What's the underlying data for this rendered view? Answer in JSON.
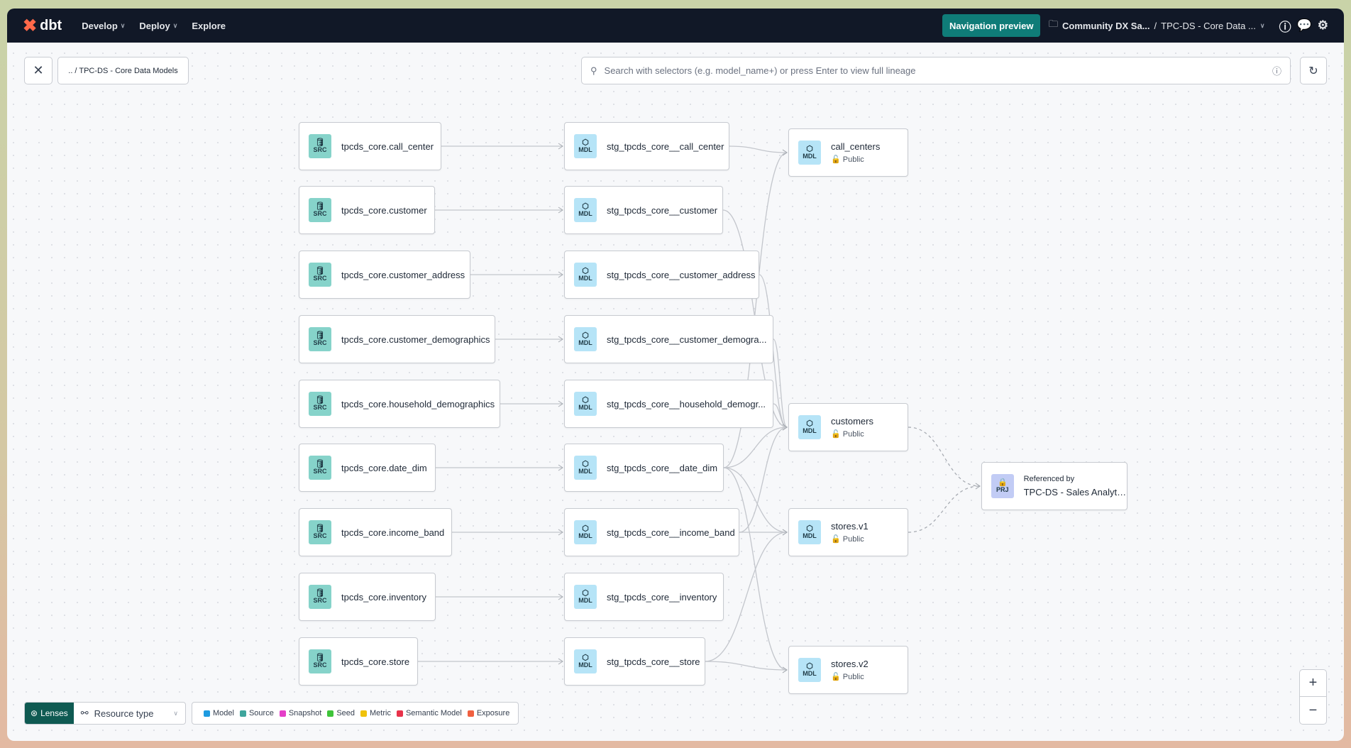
{
  "topbar": {
    "logo": "dbt",
    "nav": [
      {
        "label": "Develop",
        "dropdown": true
      },
      {
        "label": "Deploy",
        "dropdown": true
      },
      {
        "label": "Explore",
        "dropdown": false
      }
    ],
    "navigation_preview": "Navigation preview",
    "account": "Community DX Sa...",
    "separator": "/",
    "project": "TPC-DS - Core Data ..."
  },
  "toolbar": {
    "breadcrumb": ".. / TPC-DS - Core Data Models",
    "search_placeholder": "Search with selectors (e.g. model_name+) or press Enter to view full lineage",
    "search_value": ""
  },
  "nodes": [
    {
      "id": "s1",
      "type": "SRC",
      "label": "tpcds_core.call_center"
    },
    {
      "id": "s2",
      "type": "SRC",
      "label": "tpcds_core.customer"
    },
    {
      "id": "s3",
      "type": "SRC",
      "label": "tpcds_core.customer_address"
    },
    {
      "id": "s4",
      "type": "SRC",
      "label": "tpcds_core.customer_demographics"
    },
    {
      "id": "s5",
      "type": "SRC",
      "label": "tpcds_core.household_demographics"
    },
    {
      "id": "s6",
      "type": "SRC",
      "label": "tpcds_core.date_dim"
    },
    {
      "id": "s7",
      "type": "SRC",
      "label": "tpcds_core.income_band"
    },
    {
      "id": "s8",
      "type": "SRC",
      "label": "tpcds_core.inventory"
    },
    {
      "id": "s9",
      "type": "SRC",
      "label": "tpcds_core.store"
    },
    {
      "id": "m1",
      "type": "MDL",
      "label": "stg_tpcds_core__call_center"
    },
    {
      "id": "m2",
      "type": "MDL",
      "label": "stg_tpcds_core__customer"
    },
    {
      "id": "m3",
      "type": "MDL",
      "label": "stg_tpcds_core__customer_address"
    },
    {
      "id": "m4",
      "type": "MDL",
      "label": "stg_tpcds_core__customer_demogra..."
    },
    {
      "id": "m5",
      "type": "MDL",
      "label": "stg_tpcds_core__household_demogr..."
    },
    {
      "id": "m6",
      "type": "MDL",
      "label": "stg_tpcds_core__date_dim"
    },
    {
      "id": "m7",
      "type": "MDL",
      "label": "stg_tpcds_core__income_band"
    },
    {
      "id": "m8",
      "type": "MDL",
      "label": "stg_tpcds_core__inventory"
    },
    {
      "id": "m9",
      "type": "MDL",
      "label": "stg_tpcds_core__store"
    },
    {
      "id": "p1",
      "type": "MDL",
      "label": "call_centers",
      "access": "Public"
    },
    {
      "id": "p2",
      "type": "MDL",
      "label": "customers",
      "access": "Public"
    },
    {
      "id": "p3",
      "type": "MDL",
      "label": "stores.v1",
      "access": "Public"
    },
    {
      "id": "p4",
      "type": "MDL",
      "label": "stores.v2",
      "access": "Public"
    },
    {
      "id": "x1",
      "type": "PRJ",
      "label": "TPC-DS - Sales Analytics",
      "caption": "Referenced by"
    }
  ],
  "edges": [
    [
      "s1",
      "m1"
    ],
    [
      "s2",
      "m2"
    ],
    [
      "s3",
      "m3"
    ],
    [
      "s4",
      "m4"
    ],
    [
      "s5",
      "m5"
    ],
    [
      "s6",
      "m6"
    ],
    [
      "s7",
      "m7"
    ],
    [
      "s8",
      "m8"
    ],
    [
      "s9",
      "m9"
    ],
    [
      "m1",
      "p1"
    ],
    [
      "m6",
      "p1"
    ],
    [
      "m2",
      "p2"
    ],
    [
      "m3",
      "p2"
    ],
    [
      "m4",
      "p2"
    ],
    [
      "m5",
      "p2"
    ],
    [
      "m6",
      "p2"
    ],
    [
      "m7",
      "p2"
    ],
    [
      "m6",
      "p3"
    ],
    [
      "m7",
      "p3"
    ],
    [
      "m9",
      "p3"
    ],
    [
      "m6",
      "p4"
    ],
    [
      "m9",
      "p4"
    ]
  ],
  "cross_project_edges": [
    [
      "p2",
      "x1"
    ],
    [
      "p3",
      "x1"
    ]
  ],
  "badge_colors": {
    "SRC": "#86d3ca",
    "MDL": "#b6e4f7",
    "PRJ": "#c2ccf5"
  },
  "lenses": {
    "label": "Lenses",
    "selector": "Resource type"
  },
  "legend": [
    {
      "label": "Model",
      "color": "#1e9be0"
    },
    {
      "label": "Source",
      "color": "#3fa59c"
    },
    {
      "label": "Snapshot",
      "color": "#e43fc8"
    },
    {
      "label": "Seed",
      "color": "#3fc43a"
    },
    {
      "label": "Metric",
      "color": "#f0c20a"
    },
    {
      "label": "Semantic Model",
      "color": "#e8324a"
    },
    {
      "label": "Exposure",
      "color": "#f06040"
    }
  ],
  "zoom": {
    "in": "+",
    "out": "−"
  }
}
